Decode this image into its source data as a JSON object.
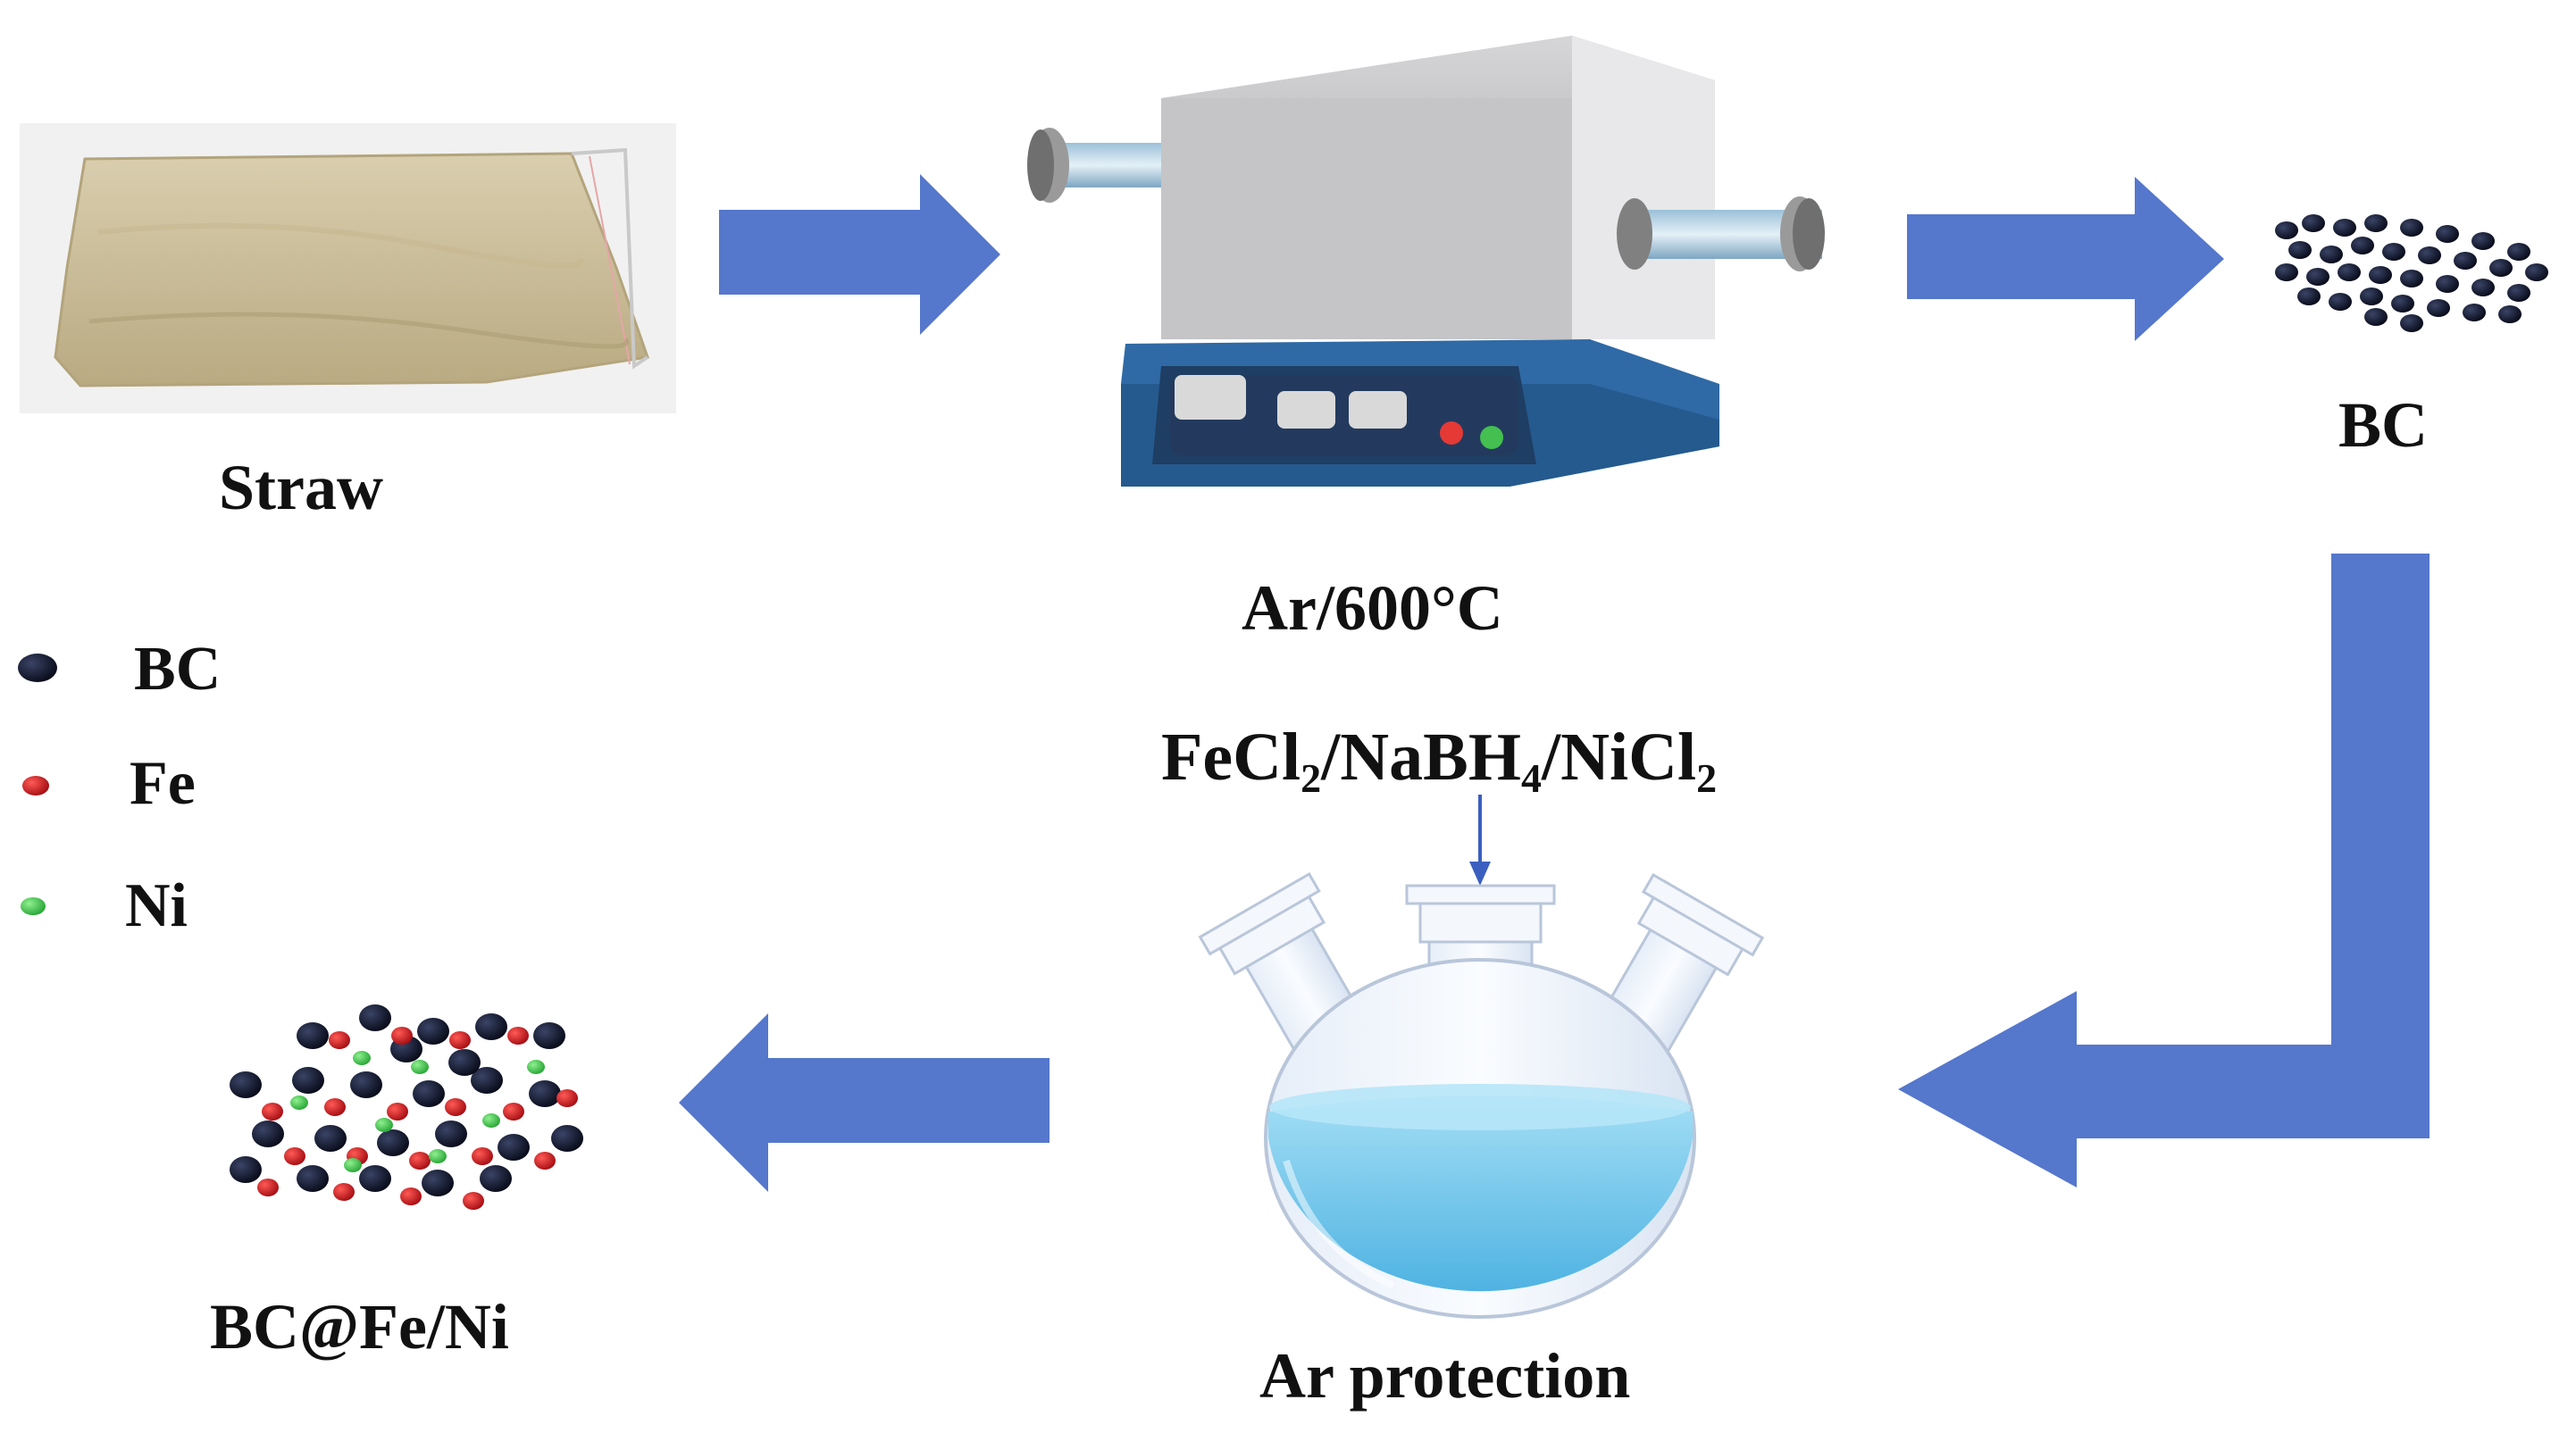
{
  "labels": {
    "straw": "Straw",
    "furnace": "Ar/600°C",
    "bc": "BC",
    "reagent_1": "FeCl",
    "reagent_1_sub": "2",
    "reagent_2": "/NaBH",
    "reagent_2_sub": "4",
    "reagent_3": "/NiCl",
    "reagent_3_sub": "2",
    "flask": "Ar protection",
    "product": "BC@Fe/Ni"
  },
  "legend": [
    {
      "label": "BC",
      "color": "#0b1026"
    },
    {
      "label": "Fe",
      "color": "#c0141a"
    },
    {
      "label": "Ni",
      "color": "#3fc24a"
    }
  ],
  "colors": {
    "arrow": "#5577cc",
    "furnace_body": "#c7c7c9",
    "furnace_base": "#2f6aa6",
    "liquid": "#6cc8ec",
    "straw_bag": "#cfc19a"
  },
  "icons": [
    "straw-bag-photo",
    "tube-furnace-icon",
    "bc-particles-icon",
    "three-neck-flask-icon",
    "bc-fe-ni-particles-icon"
  ]
}
